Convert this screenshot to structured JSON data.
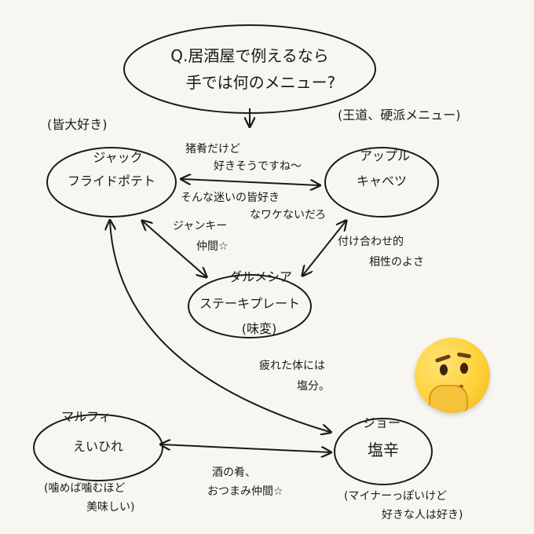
{
  "question": {
    "line1": "Q.居酒屋で例えるなら",
    "line2": "手では何のメニュー?"
  },
  "notes": {
    "left_top": "(皆大好き)",
    "right_top": "(王道、硬派メニュー)"
  },
  "nodes": {
    "jack": {
      "name": "ジャック",
      "dish": "フライドポテト"
    },
    "apple": {
      "name": "アップル",
      "dish": "キャベツ"
    },
    "dalmecia": {
      "name": "ダルメシア",
      "dish": "ステーキプレート",
      "note": "(味変)"
    },
    "malfi": {
      "name": "マルフィ",
      "dish": "えいひれ",
      "note_line1": "(噛めば噛むほど",
      "note_line2": "美味しい)"
    },
    "joe": {
      "name": "ジョー",
      "dish": "塩辛",
      "note_line1": "(マイナーっぽいけど",
      "note_line2": "好きな人は好き)"
    }
  },
  "edges": {
    "jack_apple_1": "猪肴だけど",
    "jack_apple_2": "好きそうですね〜",
    "jack_apple_3": "そんな迷いの皆好き",
    "jack_apple_4": "なワケないだろ",
    "jack_dal_1": "ジャンキー",
    "jack_dal_2": "仲間☆",
    "apple_dal_1": "付け合わせ的",
    "apple_dal_2": "相性のよさ",
    "jack_joe_1": "疲れた体には",
    "jack_joe_2": "塩分。",
    "malfi_joe_1": "酒の肴、",
    "malfi_joe_2": "おつまみ仲間☆"
  },
  "emoji": {
    "icon": "thinking-face-icon",
    "color": "#ffd23a"
  }
}
